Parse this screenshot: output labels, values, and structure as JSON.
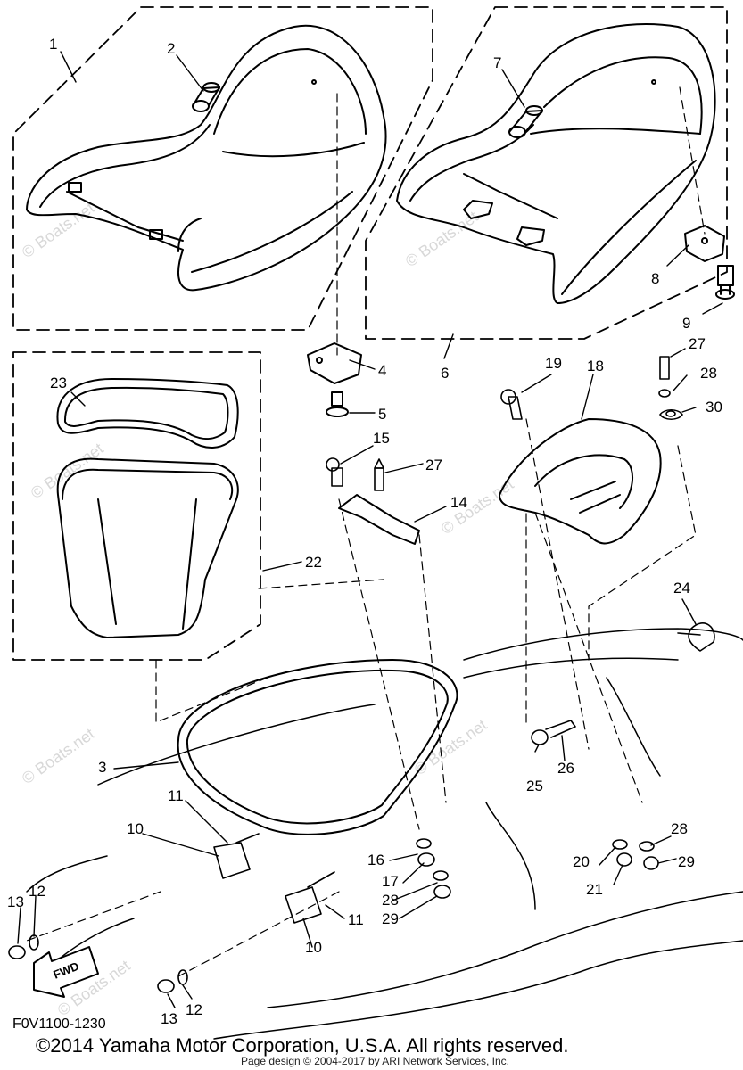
{
  "diagram": {
    "callouts": {
      "c1": "1",
      "c2": "2",
      "c3": "3",
      "c4": "4",
      "c5": "5",
      "c6": "6",
      "c7": "7",
      "c8": "8",
      "c9": "9",
      "c10a": "10",
      "c10b": "10",
      "c11a": "11",
      "c11b": "11",
      "c12a": "12",
      "c12b": "12",
      "c13a": "13",
      "c13b": "13",
      "c14": "14",
      "c15": "15",
      "c16": "16",
      "c17": "17",
      "c18": "18",
      "c19": "19",
      "c20": "20",
      "c21": "21",
      "c22": "22",
      "c23": "23",
      "c24": "24",
      "c25": "25",
      "c26": "26",
      "c27a": "27",
      "c27b": "27",
      "c28a": "28",
      "c28b": "28",
      "c28c": "28",
      "c29a": "29",
      "c29b": "29",
      "c30": "30"
    },
    "fwd_label": "FWD",
    "watermark": "© Boats.net",
    "drawing_code": "F0V1100-1230",
    "copyright": "©2014 Yamaha Motor Corporation, U.S.A. All rights reserved.",
    "page_credit": "Page design © 2004-2017 by ARI Network Services, Inc."
  }
}
